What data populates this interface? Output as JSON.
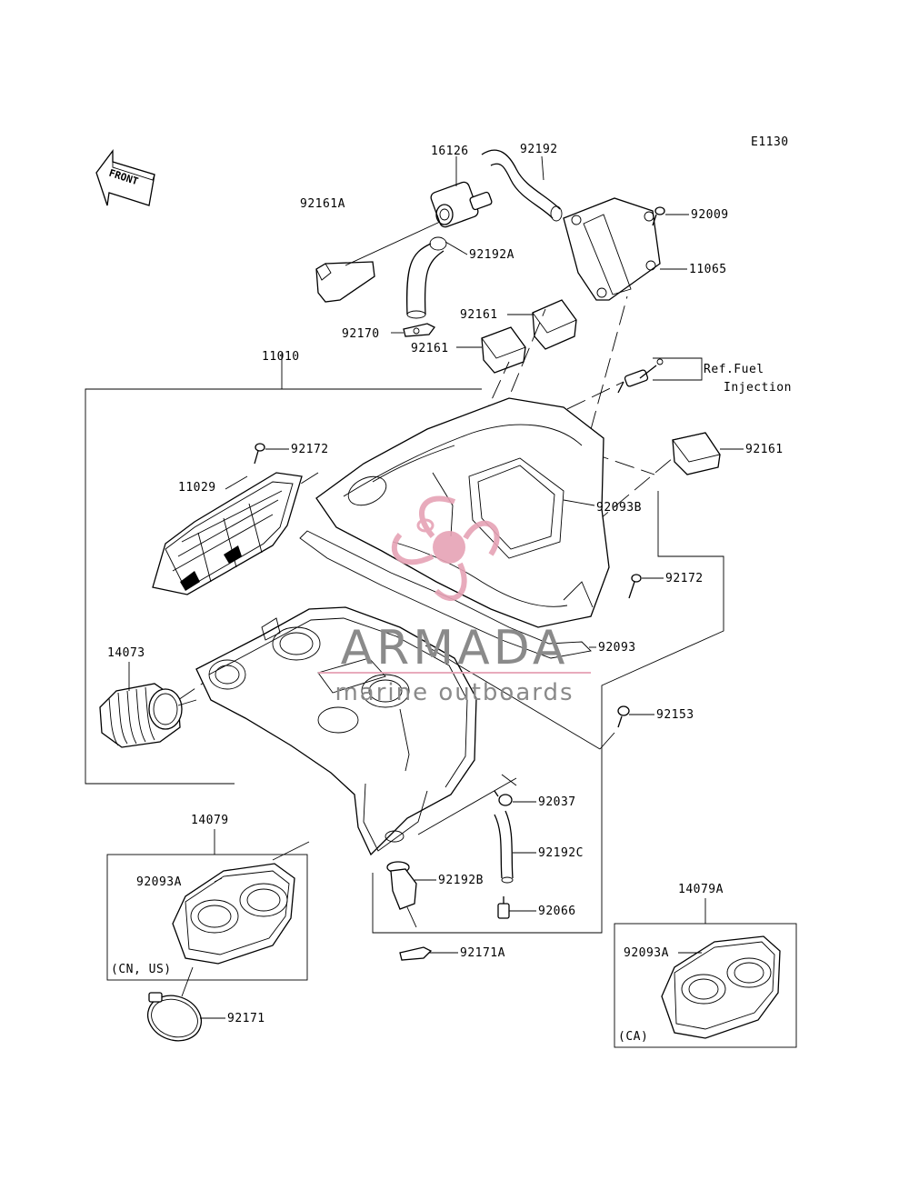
{
  "diagram_code": "E1130",
  "front_label": "FRONT",
  "labels": {
    "p16126": "16126",
    "p92192": "92192",
    "p92161A": "92161A",
    "p92192A": "92192A",
    "p92009": "92009",
    "p11065": "11065",
    "p92161_a": "92161",
    "p92170": "92170",
    "p92161_b": "92161",
    "p11010": "11010",
    "ref_fuel_1": "Ref.Fuel",
    "ref_fuel_2": "Injection",
    "p92161_c": "92161",
    "p92172_a": "92172",
    "p11029": "11029",
    "p92093B": "92093B",
    "p92172_b": "92172",
    "p14073": "14073",
    "p92093": "92093",
    "p92153": "92153",
    "p92037": "92037",
    "p14079": "14079",
    "p92192C": "92192C",
    "p92093A_a": "92093A",
    "p92192B": "92192B",
    "p92066": "92066",
    "p14079A": "14079A",
    "p92171A": "92171A",
    "variant_cn_us": "(CN, US)",
    "p92093A_b": "92093A",
    "p92171": "92171",
    "variant_ca": "(CA)"
  },
  "watermark": {
    "brand": "ARMADA",
    "tagline": "marine outboards",
    "logo_color": "#e6a3b5",
    "text_color": "#8a8a8a"
  }
}
